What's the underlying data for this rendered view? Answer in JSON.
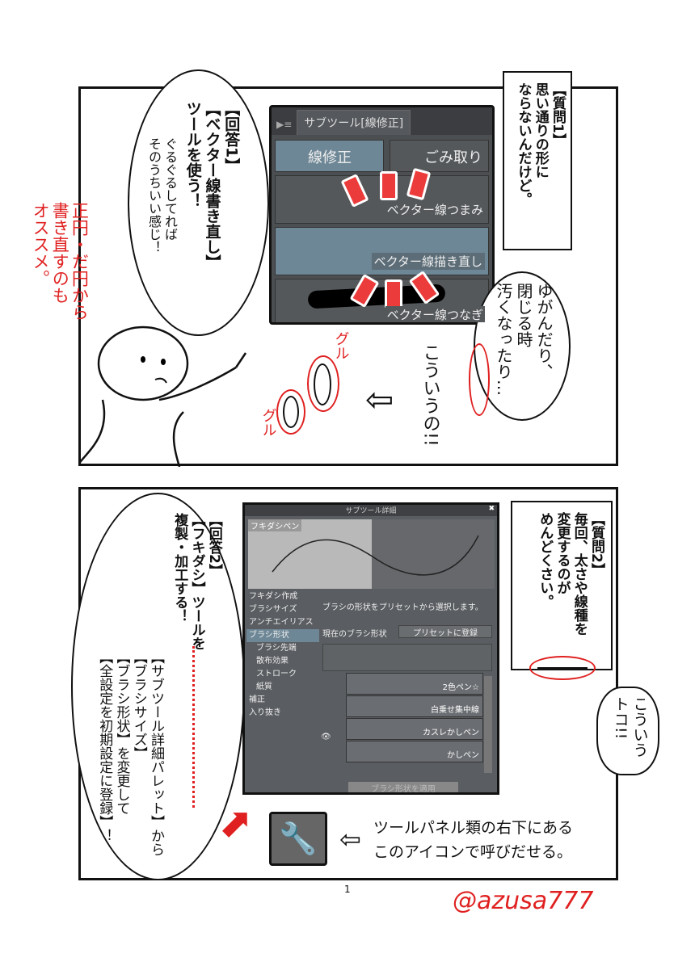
{
  "panel1": {
    "question": [
      "【質問1】",
      "思い通りの形に",
      "ならないんだけど。"
    ],
    "answer_bold": [
      "【回答1】",
      "【ベクター線書き直し】",
      "ツールを使う！"
    ],
    "answer_sub": [
      "ぐるぐるしてれば",
      "そのうちいい感じ！"
    ],
    "red_note": [
      "正円・だ円から",
      "書き直すのも",
      "オススメ。"
    ],
    "problem_bubble": [
      "ゆがんだり、",
      "閉じる時",
      "汚くなったり…"
    ],
    "kouiu": "こういうの!!",
    "guru1": "グル",
    "guru2": "グル",
    "subtool_panel": {
      "tab": "サブツール[線修正]",
      "items": [
        "線修正",
        "ごみ取り",
        "ベクター線つまみ",
        "ベクター線描き直し",
        "ベクター線つなぎ"
      ]
    }
  },
  "panel2": {
    "question": [
      "【質問2】",
      "毎回、太さや線種を",
      "変更するのが",
      "めんどくさい。"
    ],
    "spiky": [
      "こういう",
      "トコ!!"
    ],
    "answer_bold": [
      "【回答2】",
      "【フキダシ】ツールを",
      "複製・加工する！"
    ],
    "answer_sub": [
      "【サブツール詳細パレット】から",
      "【ブラシサイズ】",
      "【ブラシ形状】を変更して",
      "【全設定を初期設定に登録】！"
    ],
    "note": [
      "ツールパネル類の右下にある",
      "このアイコンで呼びだせる。"
    ],
    "detail_window": {
      "title": "サブツール詳細",
      "preview_label": "フキダシペン",
      "menu": [
        "フキダシ作成",
        "ブラシサイズ",
        "アンチエイリアス",
        "ブラシ形状",
        "ブラシ先端",
        "散布効果",
        "ストローク",
        "紙質",
        "補正",
        "入り抜き"
      ],
      "description": "ブラシの形状をプリセットから選択します。",
      "current_shape": "現在のブラシ形状",
      "register_button": "プリセットに登録",
      "brushes": [
        "2色ペン☆",
        "白乗せ集中線",
        "カスレかしペン",
        "かしペン"
      ],
      "apply_button": "ブラシ形状を適用"
    }
  },
  "page_number": "1",
  "signature": "@azusa777"
}
